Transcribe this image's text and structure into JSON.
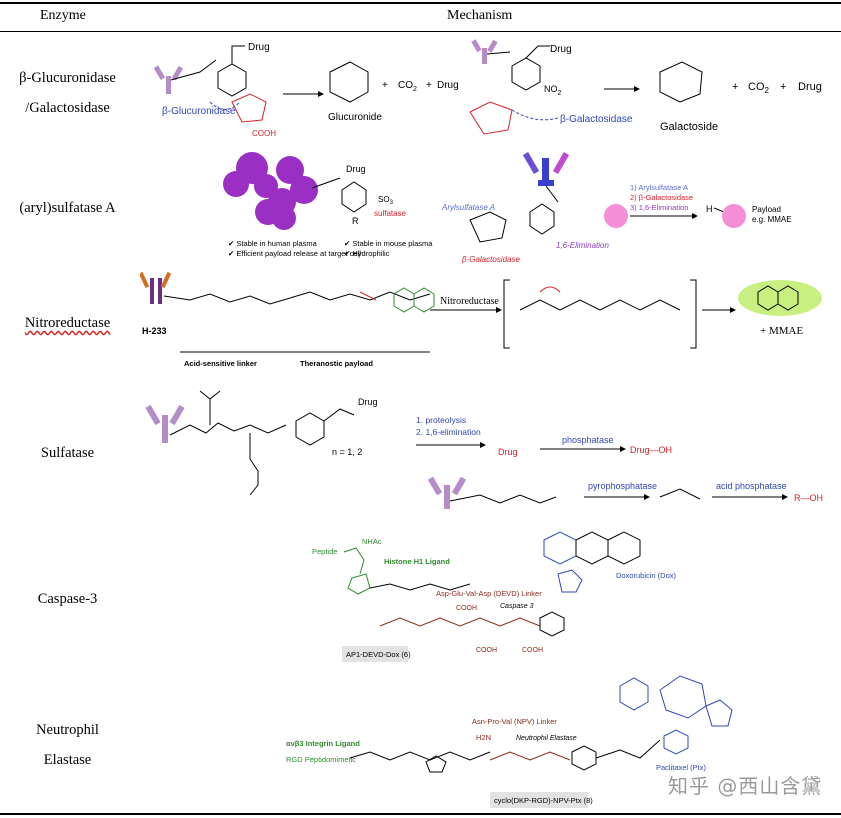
{
  "header": {
    "enzyme": "Enzyme",
    "mechanism": "Mechanism"
  },
  "rows": [
    {
      "enzyme_line1": "β-Glucuronidase",
      "enzyme_line2": "/Galactosidase",
      "labels": {
        "drug": "Drug",
        "enzyme_a": "β-Glucuronidase",
        "product_a": "Glucuronide",
        "co2": "CO",
        "co2_sub": "2",
        "plus": "+",
        "enzyme_b": "β-Galactosidase",
        "product_b": "Galactoside",
        "no2": "NO",
        "no2_sub": "2"
      }
    },
    {
      "enzyme_line1": "(aryl)sulfatase A",
      "labels": {
        "drug": "Drug",
        "so3": "SO",
        "so3_sub": "3",
        "sulfatase": "sulfatase",
        "r": "R",
        "check1": "✔ Stable in human plasma",
        "check2": "✔ Efficient payload release at target cell",
        "check3": "✔ Stable in mouse plasma",
        "check4": "✔ Hydrophilic",
        "arylsulfatase": "Arylsulfatase A",
        "galactosidase": "β-Galactosidase",
        "elim": "1,6-Elimination",
        "steps": [
          "1) Arylsulfatase A",
          "2) β-Galactosidase",
          "3) 1,6-Elimination"
        ],
        "payload": "Payload",
        "mmae": "e.g. MMAE",
        "h": "H"
      }
    },
    {
      "enzyme_line1": "Nitroreductase",
      "labels": {
        "h233": "H-233",
        "nitroreductase": "Nitroreductase",
        "acid_linker": "Acid-sensitive linker",
        "payload": "Theranostic payload",
        "mmae": "+ MMAE"
      }
    },
    {
      "enzyme_line1": "Sulfatase",
      "labels": {
        "drug": "Drug",
        "n": "n = 1, 2",
        "step1": "1. proteolysis",
        "step2": "2. 1,6-elimination",
        "phosphatase": "phosphatase",
        "drug_oh": "Drug—OH",
        "pyro": "pyrophosphatase",
        "acid": "acid phosphatase",
        "r_oh": "R—OH"
      }
    },
    {
      "enzyme_line1": "Caspase-3",
      "labels": {
        "peptide": "Peptide",
        "nhac": "NHAc",
        "histone": "Histone H1 Ligand",
        "dox": "Doxorubicin (Dox)",
        "devd": "Asp-Glu-Val-Asp (DEVD) Linker",
        "caspase": "Caspase 3",
        "cooh": "COOH",
        "ap1": "AP1-DEVD-Dox (6)"
      }
    },
    {
      "enzyme_line1": "Neutrophil",
      "enzyme_line2": "Elastase",
      "labels": {
        "integrin": "αvβ3 Integrin Ligand",
        "rgd": "RGD Peptidomimetic",
        "npv": "Asn-Pro-Val (NPV) Linker",
        "elastase": "Neutrophil Elastase",
        "ptx": "Paclitaxel (Ptx)",
        "cyclo": "cyclo(DKP-RGD)-NPV-Ptx (8)",
        "h2n": "H2N"
      }
    }
  ],
  "watermark": "知乎 @西山含黛",
  "colors": {
    "blue": "#2f47b8",
    "red": "#d8202a",
    "green": "#2e8b2e",
    "purple": "#9b59b6",
    "magenta": "#c04ad0",
    "pink": "#f48fd6",
    "lavender": "#b48cc8"
  }
}
